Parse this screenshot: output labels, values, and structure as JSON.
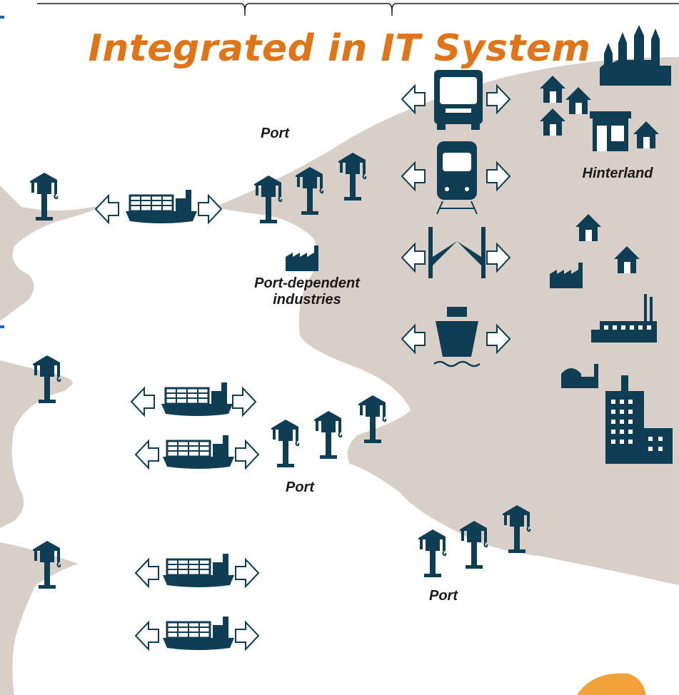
{
  "title": "Integrated in IT System",
  "labels": {
    "port_top": "Port",
    "port_middle": "Port",
    "port_bottom": "Port",
    "industries_line1": "Port-dependent",
    "industries_line2": "industries",
    "hinterland": "Hinterland"
  },
  "colors": {
    "icon": "#0f3e54",
    "land": "#d9cfc9",
    "title": "#e07418",
    "text": "#1a1a1a",
    "accent_blue": "#1b64b0"
  },
  "icons": [
    "crane-icon",
    "container-ship-icon",
    "truck-icon",
    "train-icon",
    "bridge-icon",
    "ferry-icon",
    "house-icon",
    "factory-icon",
    "city-skyline-icon",
    "office-building-icon",
    "double-arrow-icon"
  ]
}
